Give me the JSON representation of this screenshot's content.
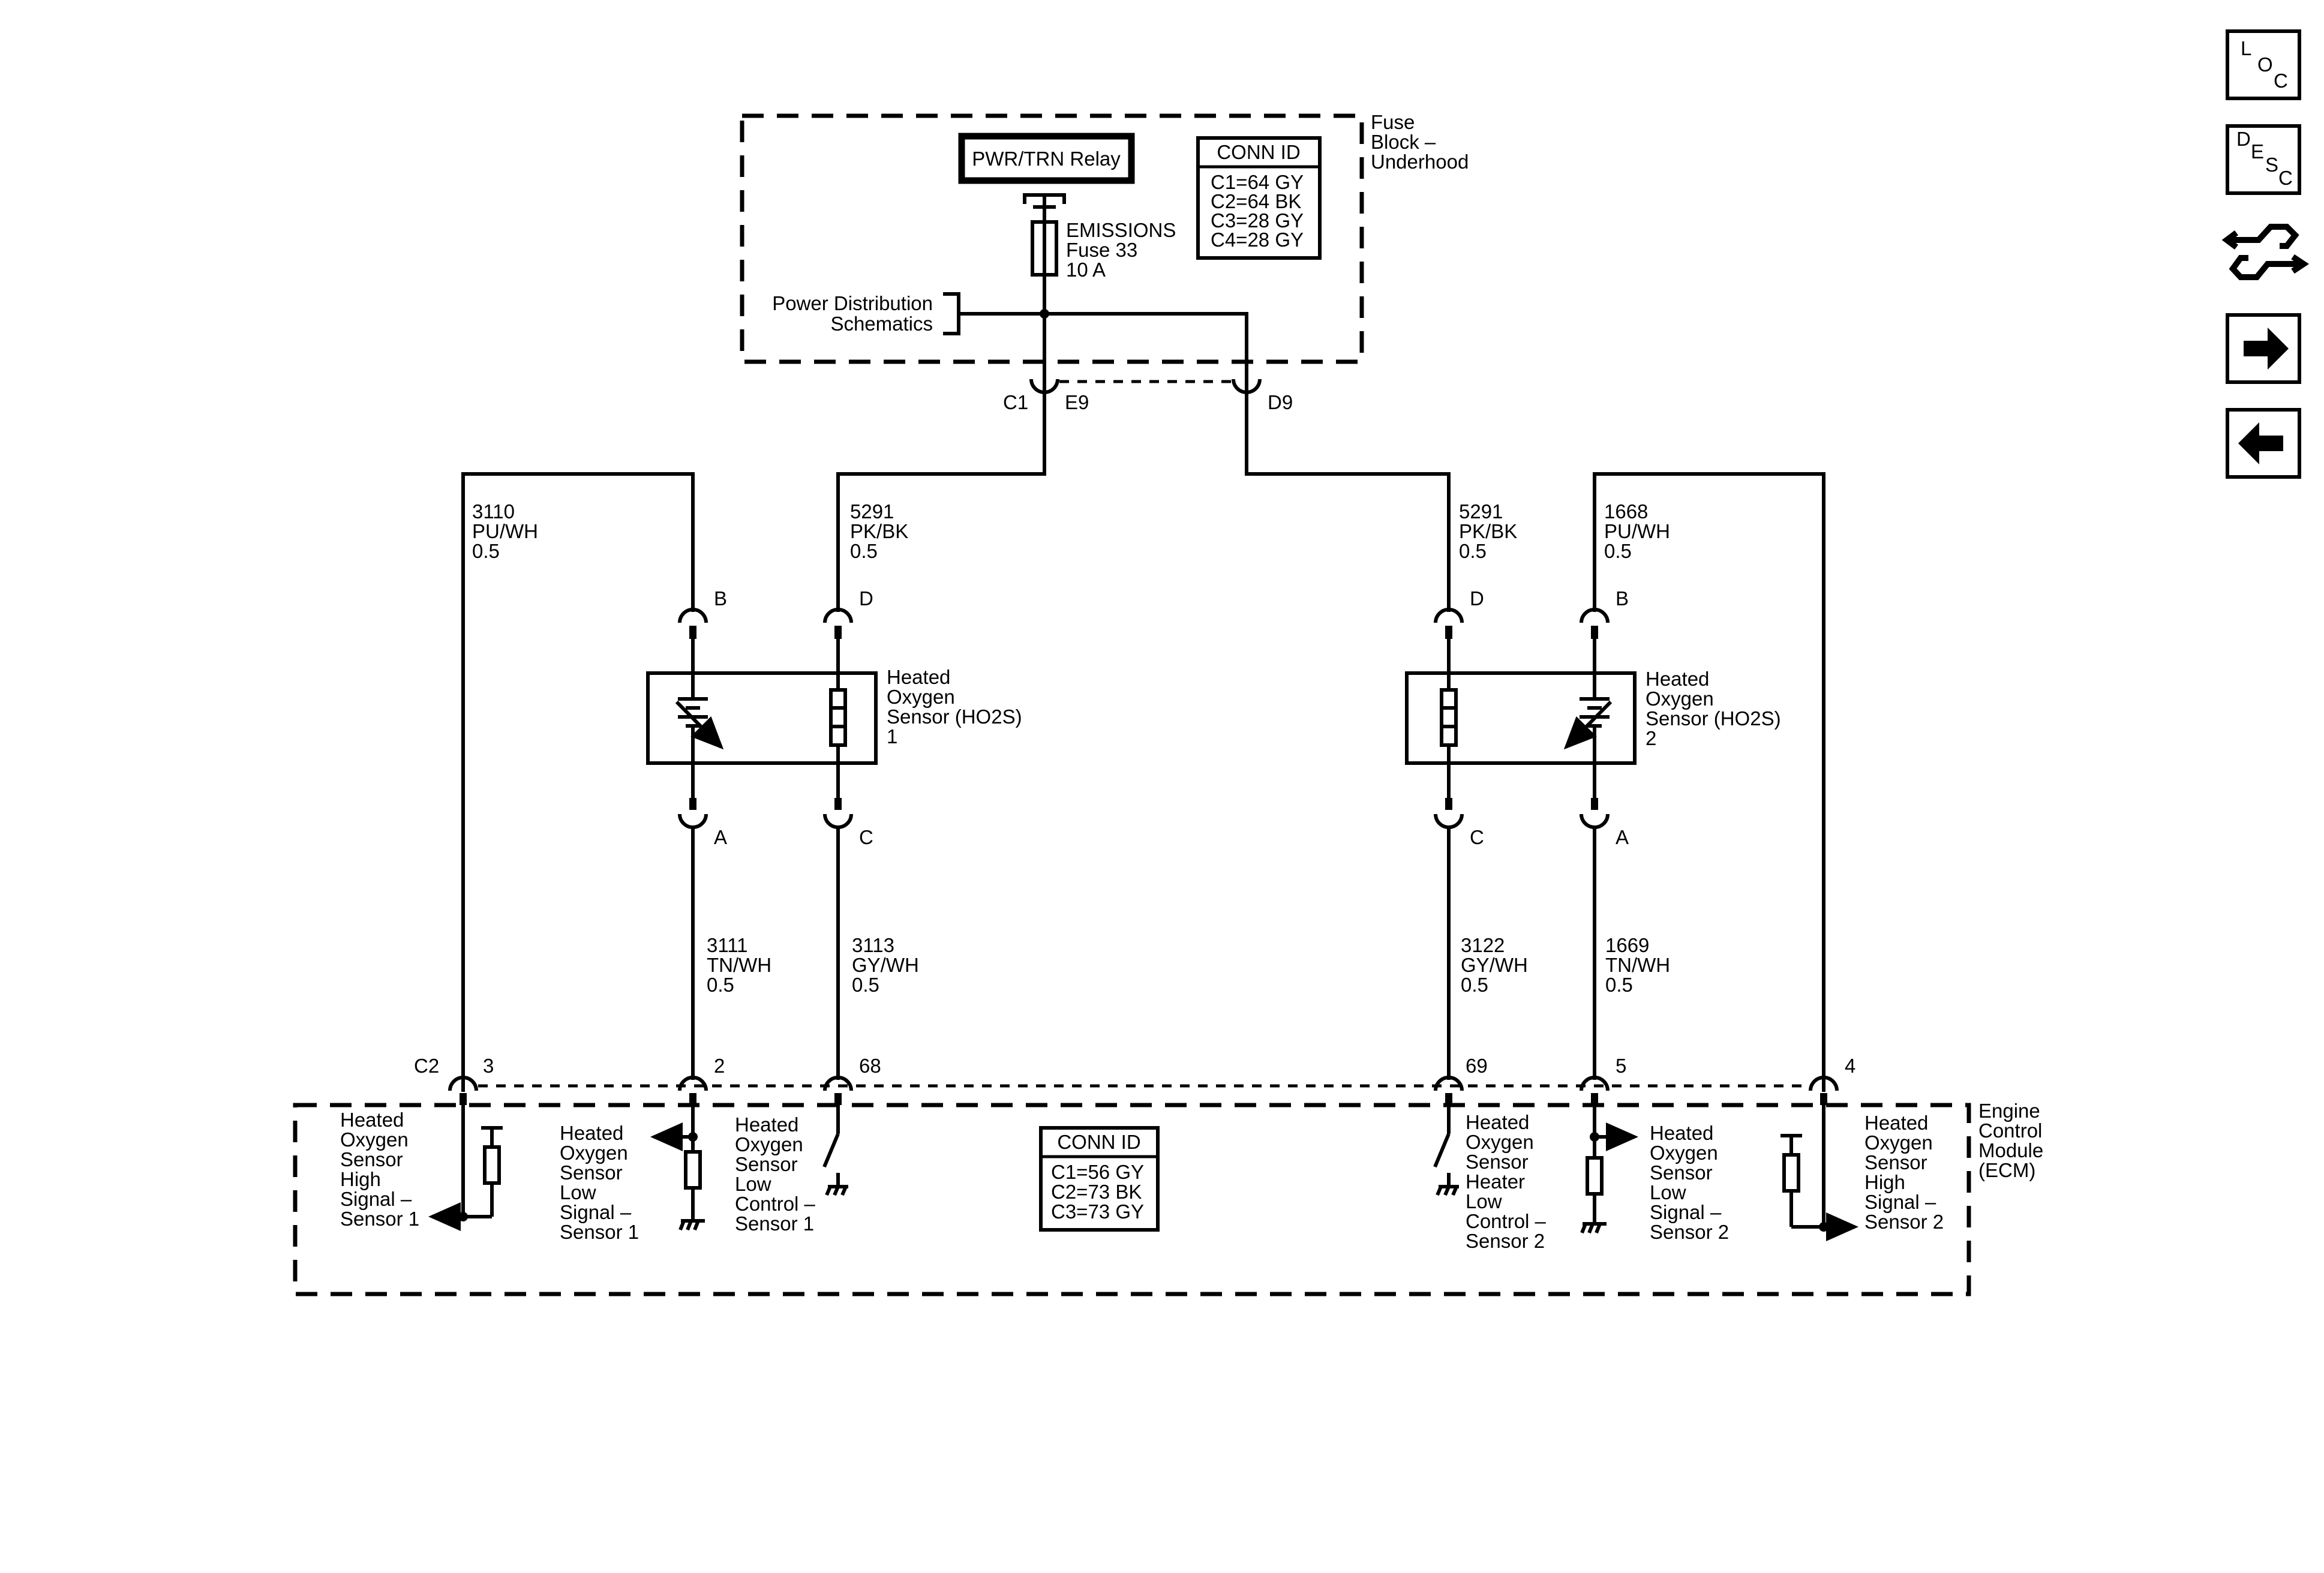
{
  "fuse_block": {
    "label_lines": [
      "Fuse",
      "Block –",
      "Underhood"
    ],
    "relay_label": "PWR/TRN Relay",
    "fuse_lines": [
      "EMISSIONS",
      "Fuse 33",
      "10 A"
    ],
    "power_dist_lines": [
      "Power Distribution",
      "Schematics"
    ],
    "conn_id": {
      "title": "CONN ID",
      "lines": [
        "C1=64 GY",
        "C2=64 BK",
        "C3=28 GY",
        "C4=28 GY"
      ]
    }
  },
  "fuse_connector": {
    "conn": "C1",
    "pin_left": "E9",
    "pin_right": "D9"
  },
  "wires": [
    {
      "circuit": "3110",
      "color": "PU/WH",
      "gauge": "0.5"
    },
    {
      "circuit": "5291",
      "color": "PK/BK",
      "gauge": "0.5"
    },
    {
      "circuit": "5291",
      "color": "PK/BK",
      "gauge": "0.5"
    },
    {
      "circuit": "1668",
      "color": "PU/WH",
      "gauge": "0.5"
    },
    {
      "circuit": "3111",
      "color": "TN/WH",
      "gauge": "0.5"
    },
    {
      "circuit": "3113",
      "color": "GY/WH",
      "gauge": "0.5"
    },
    {
      "circuit": "3122",
      "color": "GY/WH",
      "gauge": "0.5"
    },
    {
      "circuit": "1669",
      "color": "TN/WH",
      "gauge": "0.5"
    }
  ],
  "sensor1": {
    "label_lines": [
      "Heated",
      "Oxygen",
      "Sensor (HO2S)",
      "1"
    ],
    "pins": {
      "b": "B",
      "d": "D",
      "a": "A",
      "c": "C"
    }
  },
  "sensor2": {
    "label_lines": [
      "Heated",
      "Oxygen",
      "Sensor (HO2S)",
      "2"
    ],
    "pins": {
      "d": "D",
      "b": "B",
      "c": "C",
      "a": "A"
    }
  },
  "ecm": {
    "label_lines": [
      "Engine",
      "Control",
      "Module",
      "(ECM)"
    ],
    "conn": "C2",
    "pins": [
      "3",
      "2",
      "68",
      "69",
      "5",
      "4"
    ],
    "conn_id": {
      "title": "CONN ID",
      "lines": [
        "C1=56 GY",
        "C2=73 BK",
        "C3=73 GY"
      ]
    },
    "signals": [
      [
        "Heated",
        "Oxygen",
        "Sensor",
        "High",
        "Signal –",
        "Sensor 1"
      ],
      [
        "Heated",
        "Oxygen",
        "Sensor",
        "Low",
        "Signal –",
        "Sensor 1"
      ],
      [
        "Heated",
        "Oxygen",
        "Sensor",
        "Low",
        "Control –",
        "Sensor 1"
      ],
      [
        "Heated",
        "Oxygen",
        "Sensor",
        "Heater",
        "Low",
        "Control –",
        "Sensor 2"
      ],
      [
        "Heated",
        "Oxygen",
        "Sensor",
        "Low",
        "Signal –",
        "Sensor 2"
      ],
      [
        "Heated",
        "Oxygen",
        "Sensor",
        "High",
        "Signal –",
        "Sensor 2"
      ]
    ]
  },
  "nav": {
    "loc": [
      "L",
      "O",
      "C"
    ],
    "desc": [
      "D",
      "E",
      "S",
      "C"
    ],
    "icons": [
      "connector-swap-icon",
      "arrow-right-icon",
      "arrow-left-icon"
    ]
  }
}
